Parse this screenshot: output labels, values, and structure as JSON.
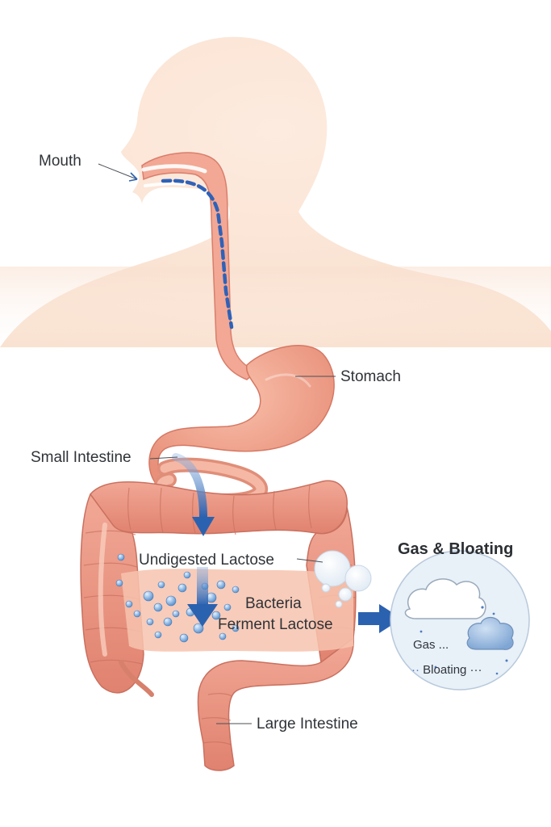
{
  "labels": {
    "mouth": "Mouth",
    "stomach": "Stomach",
    "small_intestine": "Small Intestine",
    "undigested_lactose": "Undigested Lactose",
    "bacteria_line1": "Bacteria",
    "bacteria_line2": "Ferment Lactose",
    "large_intestine": "Large Intestine"
  },
  "callout": {
    "title": "Gas & Bloating",
    "gas": "Gas ...",
    "bloating": "Bloating ···"
  },
  "colors": {
    "skin": "#fbe4d4",
    "tract": "#f2a48e",
    "tract_dark": "#d9786a",
    "flow_arrow": "#2b62b0",
    "dashes": "#2f62b8",
    "bubble": "#e9f1f8"
  }
}
